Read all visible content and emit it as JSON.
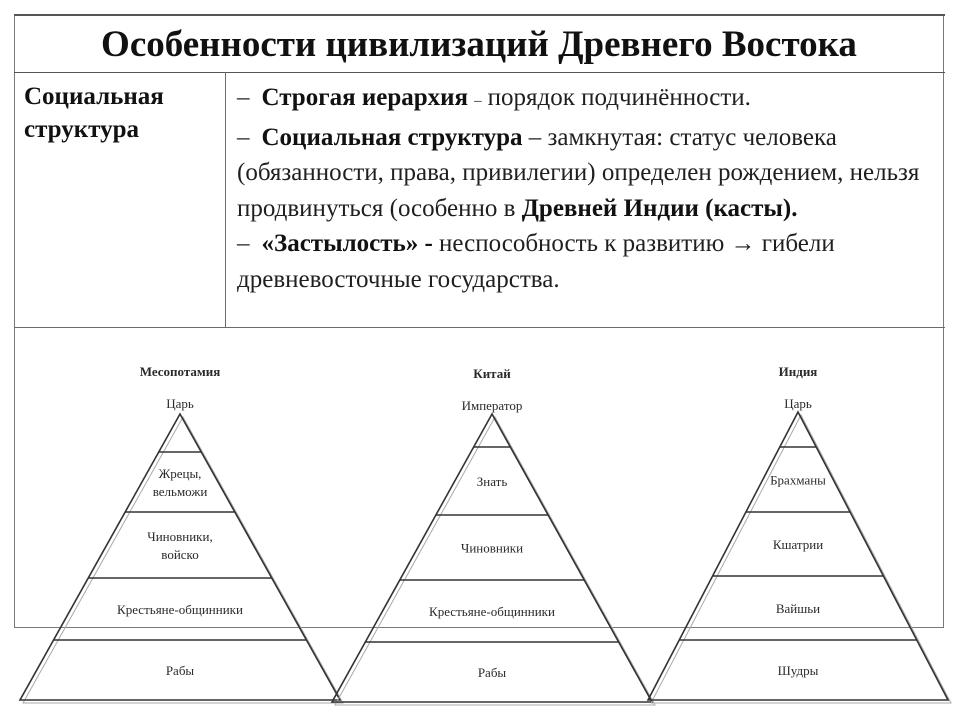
{
  "title": "Особенности цивилизаций Древнего Востока",
  "row": {
    "label": "Социальная структура",
    "items": [
      {
        "bold": "Строгая иерархия",
        "sep": "–",
        "text": "порядок подчинённости."
      },
      {
        "bold": "Социальная структура",
        "sep": "–",
        "text": "замкнутая: статус человека (обязанности, права, привилегии) определен рождением, нельзя продвинуться (особенно в ",
        "bold2": "Древней Индии (касты)."
      },
      {
        "bold": "«Застылость» -",
        "text": "неспособность к развитию → гибели древневосточные государства."
      }
    ]
  },
  "pyramids": [
    {
      "name": "Месопотамия",
      "top": "Царь",
      "levels": [
        "Жрецы,|вельможи",
        "Чиновники,|войско",
        "Крестьяне-общинники",
        "Рабы"
      ]
    },
    {
      "name": "Китай",
      "top": "Император",
      "levels": [
        "Знать",
        "Чиновники",
        "Крестьяне-общинники",
        "Рабы"
      ]
    },
    {
      "name": "Индия",
      "top": "Царь",
      "levels": [
        "Брахманы",
        "Кшатрии",
        "Вайшьи",
        "Шудры"
      ]
    }
  ]
}
